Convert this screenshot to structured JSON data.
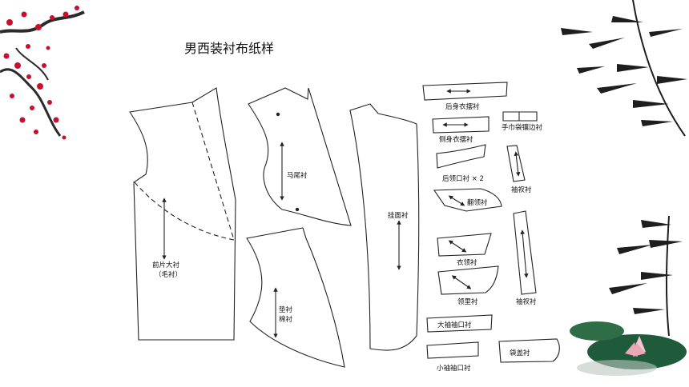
{
  "title": "男西装衬布纸样",
  "pieces": {
    "front_interlining": "前片大衬",
    "front_interlining_note": "（毛衬）",
    "horsetail_interlining": "马尾衬",
    "wadding_interlining_1": "垫衬",
    "wadding_interlining_2": "棉衬",
    "facing_interlining": "挂面衬",
    "back_hem": "后身衣摆衬",
    "side_hem": "侧身衣摆衬",
    "pocket_welt": "手巾袋镶边衬",
    "back_neck": "后领口衬 × 2",
    "vent_1": "袖衩衬",
    "undercollar": "翻领衬",
    "collar": "衣领衬",
    "collar_lining": "领里衬",
    "vent_2": "袖衩衬",
    "big_cuff": "大袖袖口衬",
    "small_cuff": "小袖袖口衬",
    "pocket_flap": "袋盖衬"
  },
  "colors": {
    "line": "#222222",
    "blossom": "#c8102e",
    "branch": "#2b2b2b",
    "bamboo": "#1e1e1e",
    "lotus_leaf": "#1f5a3a",
    "lotus": "#f2c6d0"
  }
}
